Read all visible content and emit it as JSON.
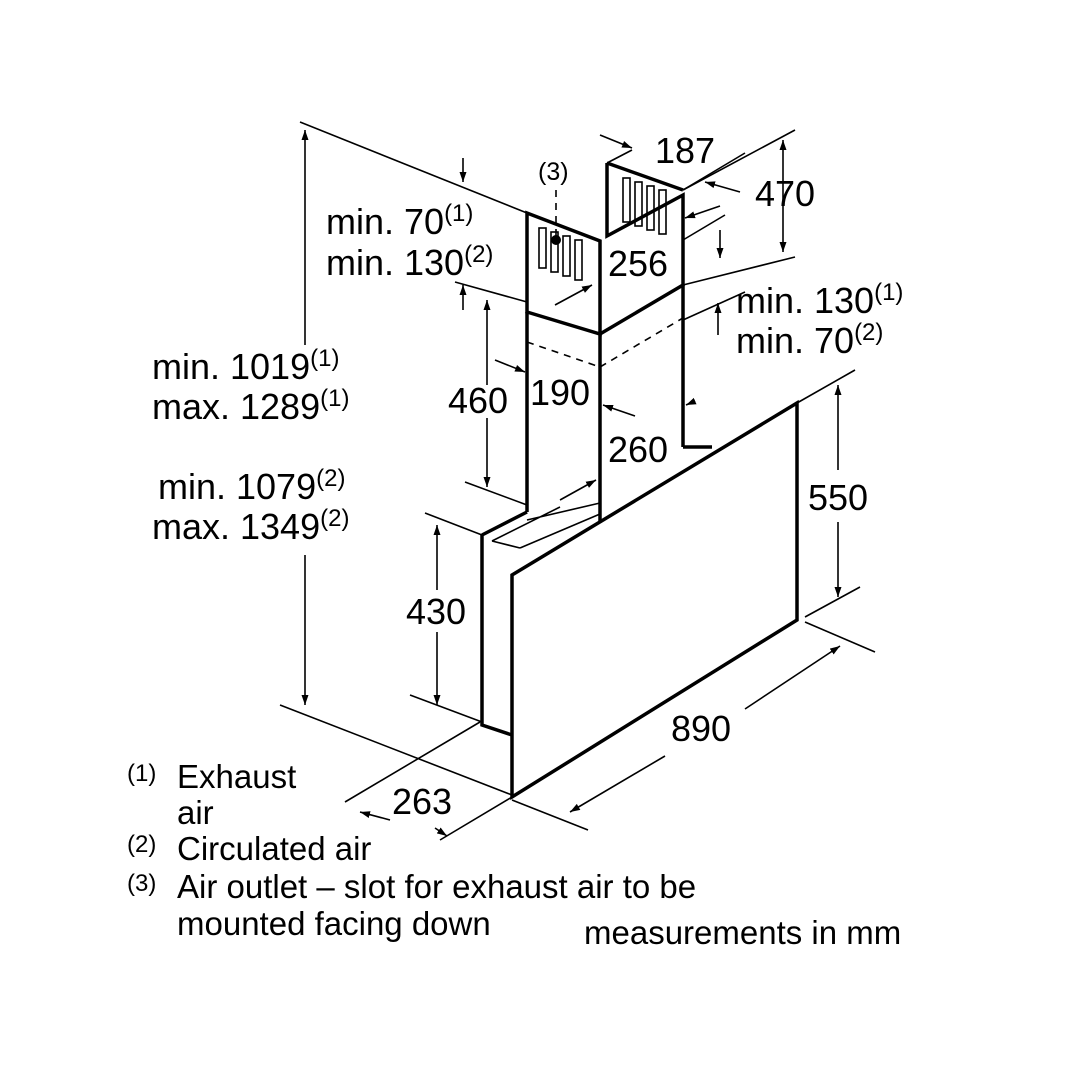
{
  "dimensions": {
    "d187": "187",
    "d470": "470",
    "d256": "256",
    "top_min70": "min. 70",
    "top_min70_ref": "(1)",
    "top_min130": "min. 130",
    "top_min130_ref": "(2)",
    "right_min130": "min. 130",
    "right_min130_ref": "(1)",
    "right_min70": "min. 70",
    "right_min70_ref": "(2)",
    "exhaust_min": "min. 1019",
    "exhaust_min_ref": "(1)",
    "exhaust_max": "max. 1289",
    "exhaust_max_ref": "(1)",
    "circ_min": "min. 1079",
    "circ_min_ref": "(2)",
    "circ_max": "max. 1349",
    "circ_max_ref": "(2)",
    "d460": "460",
    "d190": "190",
    "d260": "260",
    "d550": "550",
    "d430": "430",
    "d890": "890",
    "d263": "263"
  },
  "callout": "(3)",
  "legend": [
    {
      "marker": "(1)",
      "lines": [
        "Exhaust",
        "air"
      ]
    },
    {
      "marker": "(2)",
      "lines": [
        "Circulated air"
      ]
    },
    {
      "marker": "(3)",
      "lines": [
        "Air outlet – slot for exhaust air to be",
        "mounted facing down"
      ]
    }
  ],
  "units_note": "measurements in mm"
}
